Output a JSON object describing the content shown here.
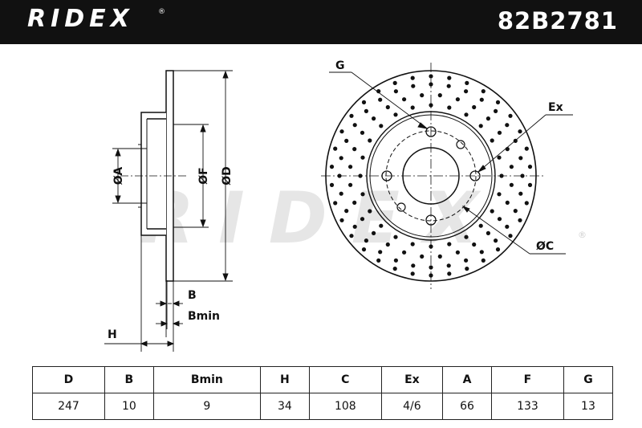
{
  "header": {
    "brand": "RIDEX",
    "registered": "®",
    "part_number": "82B2781"
  },
  "watermark": "RIDEX",
  "labels": {
    "A": "ØA",
    "F": "ØF",
    "D": "ØD",
    "B": "B",
    "Bmin": "Bmin",
    "H": "H",
    "G": "G",
    "Ex": "Ex",
    "C": "ØC"
  },
  "specs": {
    "headers": [
      "D",
      "B",
      "Bmin",
      "H",
      "C",
      "Ex",
      "A",
      "F",
      "G"
    ],
    "values": [
      "247",
      "10",
      "9",
      "34",
      "108",
      "4/6",
      "66",
      "133",
      "13"
    ]
  }
}
